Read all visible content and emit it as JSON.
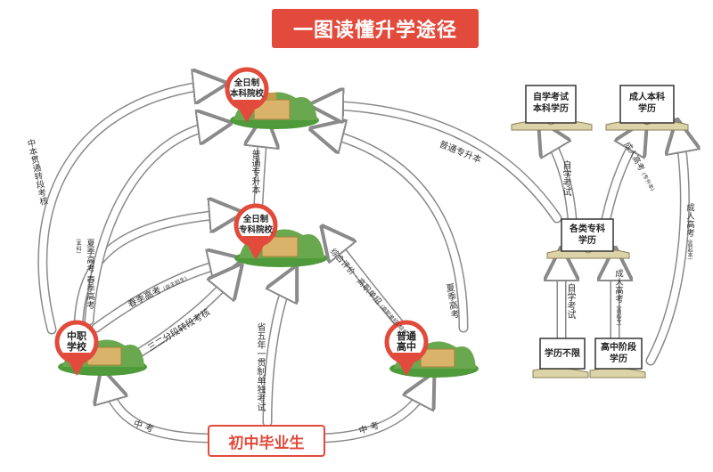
{
  "title": "一图读懂升学途径",
  "start_node": "初中毕业生",
  "schools": {
    "undergrad": [
      "全日制",
      "本科院校"
    ],
    "junior_college": [
      "全日制",
      "专科院校"
    ],
    "vocational": [
      "中职",
      "学校"
    ],
    "highschool": [
      "普通",
      "高中"
    ]
  },
  "books": {
    "self_study_bachelor": [
      "自学考试",
      "本科学历"
    ],
    "adult_bachelor": [
      "成人本科",
      "学历"
    ],
    "various_college": [
      "各类专科",
      "学历"
    ],
    "no_limit": [
      "学历不限"
    ],
    "high_school_level": [
      "高中阶段",
      "学历"
    ]
  },
  "paths": {
    "zhongkao_left": "中  考",
    "zhongkao_right": "中  考",
    "five_year": "省五年一贯制单独考试",
    "spring_exam": "春季高考",
    "spring_exam_note": "(自主招生)",
    "three_two": "三二分段转段考核",
    "summer_spring": "夏季高考 春季高考",
    "summer_spring_note": "(本科)",
    "zhongben": "中本贯通转段考核",
    "zhuan_sheng_ben": "普通专升本",
    "putong_zhuanshengben": "普通专升本",
    "summer_exam": "夏季高考",
    "comprehensive": "综合评价 · 高职单招",
    "comprehensive_note": "(高职单招) 综合评价",
    "self_exam_1": "自学考试",
    "self_exam_2": "自学考试",
    "adult_exam_1": "成人高考",
    "adult_exam_1_note": "(专升本)",
    "adult_exam_2": "成人高考",
    "adult_exam_2_note": "(高起专)",
    "adult_exam_3": "成人高考",
    "adult_exam_3_note": "(高起本)"
  },
  "colors": {
    "accent": "#e24a3b",
    "arrow": "#ffffff",
    "arrow_stroke": "#8a8a8a",
    "grass": "#4f9a3a",
    "building": "#c69a4a"
  }
}
